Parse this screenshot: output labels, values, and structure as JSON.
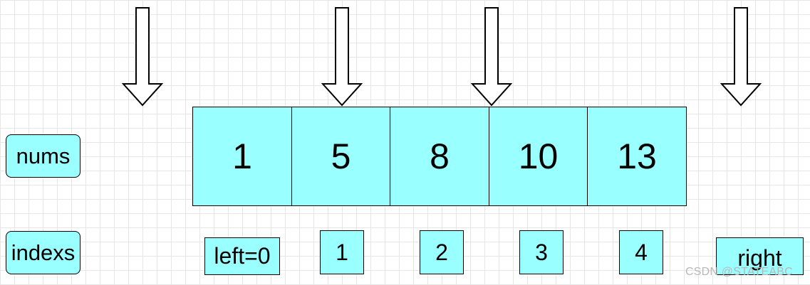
{
  "row_labels": {
    "nums": "nums",
    "indexs": "indexs"
  },
  "nums": [
    "1",
    "5",
    "8",
    "10",
    "13"
  ],
  "indexes": [
    "left=0",
    "1",
    "2",
    "3",
    "4",
    "right"
  ],
  "watermark": "CSDN @STATEABC",
  "colors": {
    "cell_fill": "#99ffff",
    "stroke": "#000000",
    "grid": "#e6e6e6"
  },
  "icons": [
    "down-arrow-icon"
  ]
}
